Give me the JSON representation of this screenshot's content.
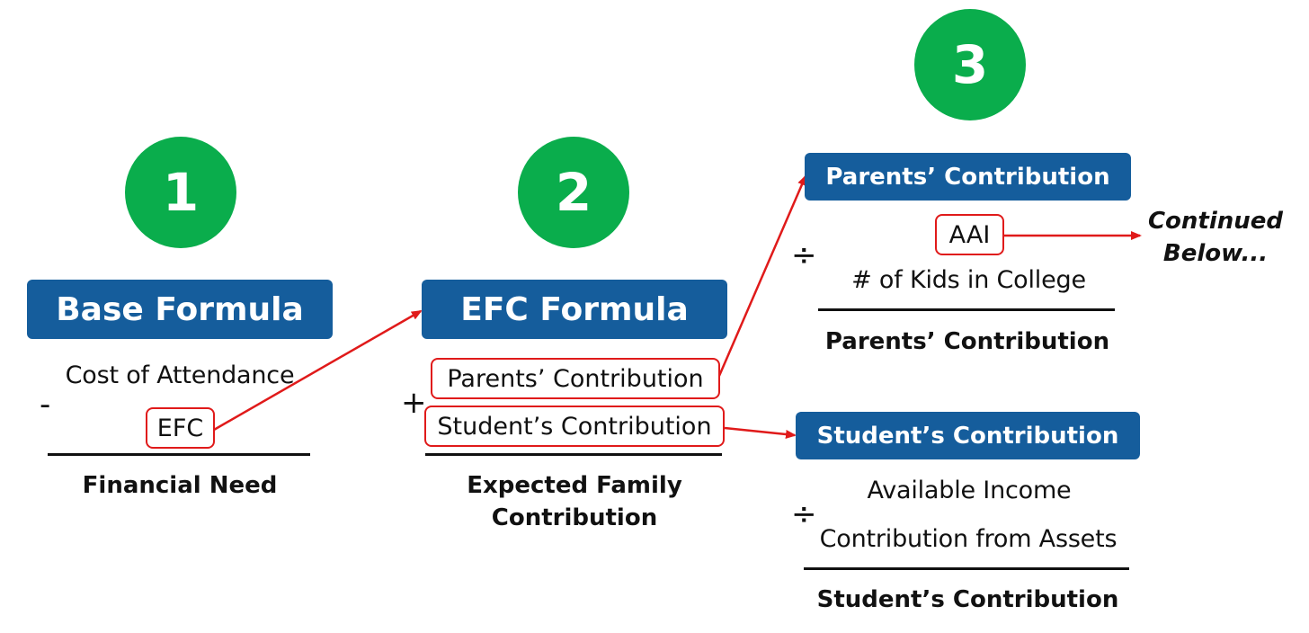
{
  "steps": {
    "one": "1",
    "two": "2",
    "three": "3"
  },
  "base_formula": {
    "title": "Base Formula",
    "line1": "Cost of Attendance",
    "operator": "-",
    "line2": "EFC",
    "result": "Financial Need"
  },
  "efc_formula": {
    "title": "EFC Formula",
    "operator": "+",
    "line1": "Parents’ Contribution",
    "line2": "Student’s Contribution",
    "result_line1": "Expected Family",
    "result_line2": "Contribution"
  },
  "parents_contribution": {
    "title": "Parents’ Contribution",
    "operator": "÷",
    "line1": "AAI",
    "line2": "# of Kids in College",
    "result": "Parents’ Contribution",
    "note_line1": "Continued",
    "note_line2": "Below..."
  },
  "students_contribution": {
    "title": "Student’s Contribution",
    "operator": "÷",
    "line1": "Available Income",
    "line2": "Contribution from Assets",
    "result": "Student’s Contribution"
  },
  "colors": {
    "circle": "#0aad4c",
    "header": "#155d9c",
    "arrow": "#e01a1a"
  }
}
